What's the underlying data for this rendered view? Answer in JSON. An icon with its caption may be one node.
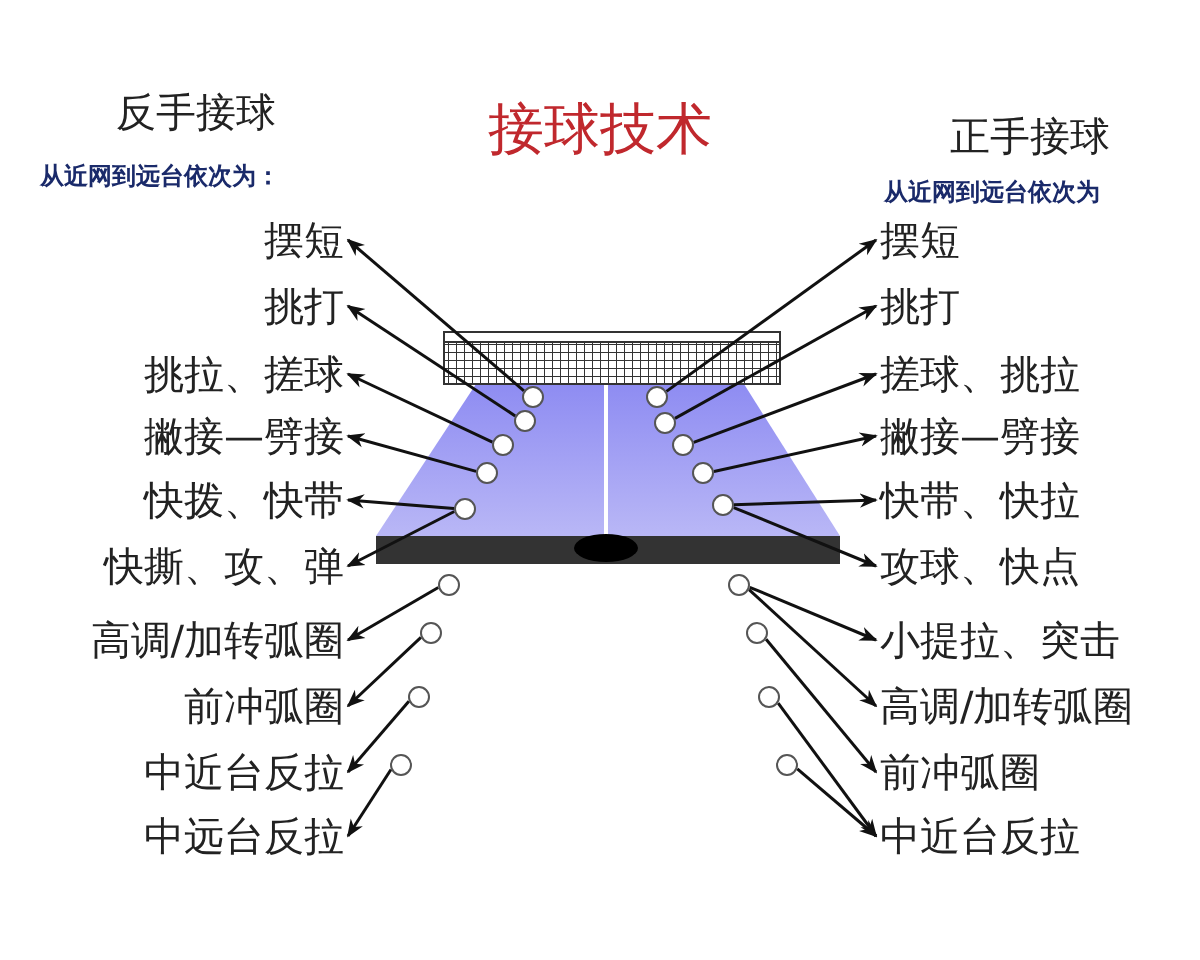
{
  "diagram": {
    "title": "接球技术",
    "nodes": [
      {
        "text": [
          "摆短"
        ]
      },
      {
        "text": [
          "挑打"
        ]
      },
      {
        "text": [
          "挑拉、搓球"
        ]
      },
      {
        "text": [
          "撇接—劈接"
        ]
      },
      {
        "text": [
          "快拨、快带"
        ]
      },
      {
        "text": [
          "快撕、攻、弹"
        ]
      },
      {
        "text": [
          "高调/加转弧圈"
        ]
      },
      {
        "text": [
          "前冲弧圈"
        ]
      },
      {
        "text": [
          "中近台反拉"
        ]
      },
      {
        "text": [
          "中远台反拉"
        ]
      },
      {
        "text": [],
        "shape": "circle"
      },
      {
        "text": [],
        "shape": "circle"
      },
      {
        "text": [],
        "shape": "circle"
      },
      {
        "text": [],
        "shape": "circle"
      },
      {
        "text": [],
        "shape": "circle"
      },
      {
        "text": [],
        "shape": "circle"
      },
      {
        "text": [],
        "shape": "circle"
      },
      {
        "text": [],
        "shape": "circle"
      },
      {
        "text": [],
        "shape": "circle"
      },
      {
        "text": [
          "摆短"
        ]
      },
      {
        "text": [
          "挑打"
        ]
      },
      {
        "text": [
          "搓球、挑拉"
        ]
      },
      {
        "text": [
          "撇接—劈接"
        ]
      },
      {
        "text": [
          "快带、快拉"
        ]
      },
      {
        "text": [
          "攻球、快点"
        ]
      },
      {
        "text": [
          "小提拉、突击"
        ]
      },
      {
        "text": [
          "高调/加转弧圈"
        ]
      },
      {
        "text": [
          "前冲弧圈"
        ]
      },
      {
        "text": [
          "中近台反拉"
        ]
      },
      {
        "text": [],
        "shape": "circle"
      },
      {
        "text": [],
        "shape": "circle"
      },
      {
        "text": [],
        "shape": "circle"
      },
      {
        "text": [],
        "shape": "circle"
      },
      {
        "text": [],
        "shape": "circle"
      },
      {
        "text": [],
        "shape": "circle"
      },
      {
        "text": [],
        "shape": "circle"
      },
      {
        "text": [],
        "shape": "circle"
      },
      {
        "text": [],
        "shape": "circle"
      }
    ],
    "edges": [
      {
        "from": 10,
        "to": 0,
        "arrow": "to"
      },
      {
        "from": 11,
        "to": 1,
        "arrow": "to"
      },
      {
        "from": 12,
        "to": 2,
        "arrow": "to"
      },
      {
        "from": 13,
        "to": 3,
        "arrow": "to"
      },
      {
        "from": 14,
        "to": 4,
        "arrow": "to"
      },
      {
        "from": 14,
        "to": 5,
        "arrow": "to"
      },
      {
        "from": 15,
        "to": 6,
        "arrow": "to"
      },
      {
        "from": 16,
        "to": 7,
        "arrow": "to"
      },
      {
        "from": 17,
        "to": 8,
        "arrow": "to"
      },
      {
        "from": 18,
        "to": 9,
        "arrow": "to"
      },
      {
        "from": 29,
        "to": 19,
        "arrow": "to"
      },
      {
        "from": 30,
        "to": 20,
        "arrow": "to"
      },
      {
        "from": 31,
        "to": 21,
        "arrow": "to"
      },
      {
        "from": 32,
        "to": 22,
        "arrow": "to"
      },
      {
        "from": 33,
        "to": 23,
        "arrow": "to"
      },
      {
        "from": 33,
        "to": 24,
        "arrow": "to"
      },
      {
        "from": 34,
        "to": 25,
        "arrow": "to"
      },
      {
        "from": 34,
        "to": 26,
        "arrow": "to"
      },
      {
        "from": 35,
        "to": 27,
        "arrow": "to"
      },
      {
        "from": 36,
        "to": 28,
        "arrow": "to"
      },
      {
        "from": 37,
        "to": 28,
        "arrow": "to"
      }
    ],
    "labels": [
      "反手接球",
      "从近网到远台依次为：",
      "正手接球",
      "从近网到远台依次为"
    ]
  }
}
